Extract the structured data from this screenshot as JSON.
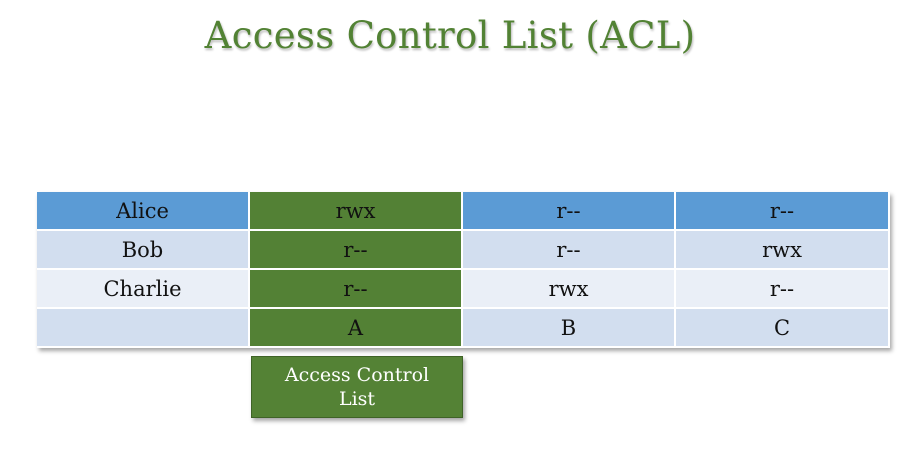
{
  "title": "Access Control List (ACL)",
  "table": {
    "rows": [
      {
        "subject": "Alice",
        "cells": [
          "rwx",
          "r--",
          "r--"
        ]
      },
      {
        "subject": "Bob",
        "cells": [
          "r--",
          "r--",
          "rwx"
        ]
      },
      {
        "subject": "Charlie",
        "cells": [
          "r--",
          "rwx",
          "r--"
        ]
      },
      {
        "subject": "",
        "cells": [
          "A",
          "B",
          "C"
        ]
      }
    ]
  },
  "legend": {
    "label": "Access Control List"
  },
  "colors": {
    "title": "#528234",
    "acl_column": "#538135",
    "header_row": "#5b9bd5",
    "row_dark": "#d2deef",
    "row_light": "#eaeff7"
  }
}
